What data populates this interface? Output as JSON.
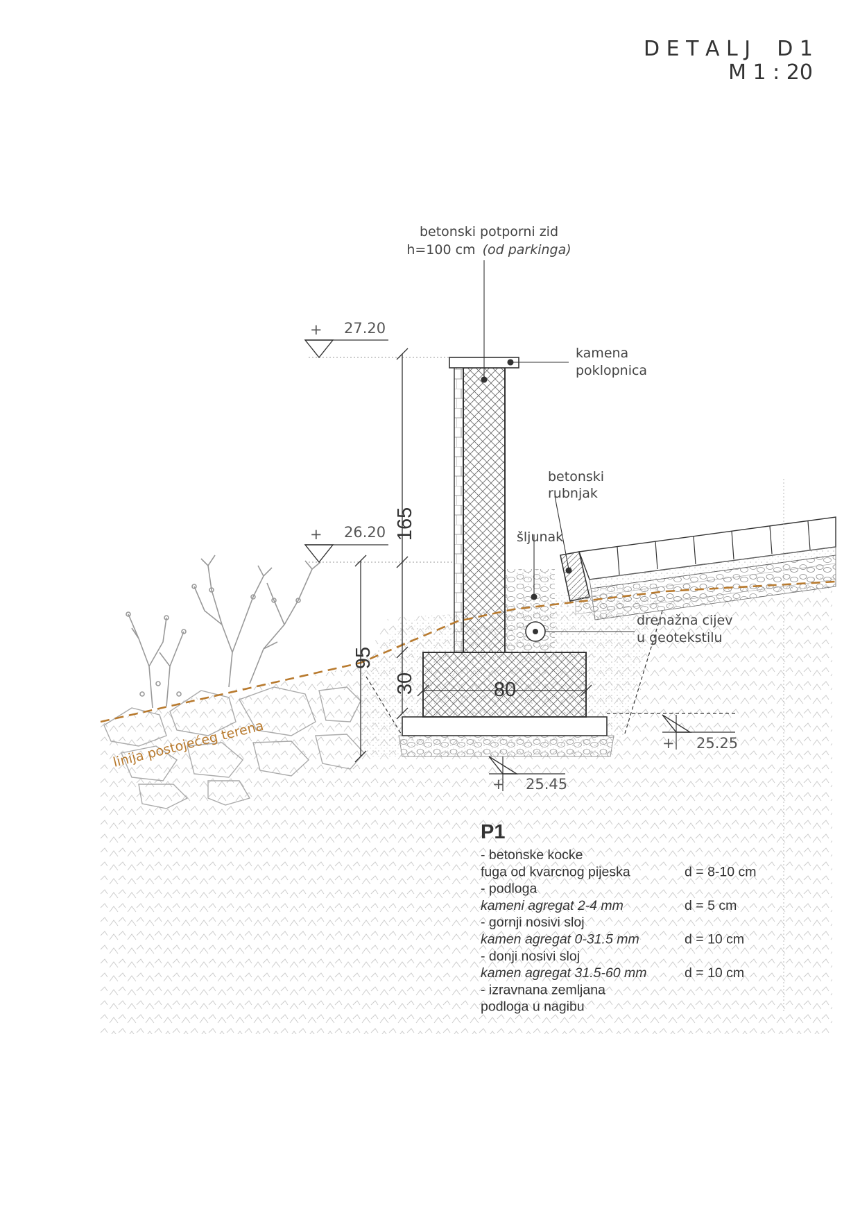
{
  "header": {
    "detail_title": "D E T A L J    D 1",
    "scale": "M 1 : 20"
  },
  "labels": {
    "wall_line1": "betonski potporni zid",
    "wall_line2": "h=100 cm",
    "wall_line2_italic": "(od parkinga)",
    "cap_line1": "kamena",
    "cap_line2": "poklopnica",
    "curb_line1": "betonski",
    "curb_line2": "rubnjak",
    "gravel": "šljunak",
    "drain_line1": "drenažna cijev",
    "drain_line2": "u geotekstilu",
    "terrain_line": "linija postojećeg terena"
  },
  "elevations": {
    "top": "27.20",
    "mid": "26.20",
    "right": "25.25",
    "bottom": "25.45",
    "plus": "+"
  },
  "dimensions": {
    "wall_height": "165",
    "terrain_height": "95",
    "footing_height": "30",
    "footing_width": "80"
  },
  "legend": {
    "title": "P1",
    "rows": [
      {
        "text": "- betonske kocke",
        "italic": false,
        "thickness": ""
      },
      {
        "text": "  fuga od kvarcnog pijeska",
        "italic": false,
        "thickness": "d = 8-10 cm"
      },
      {
        "text": "- podloga",
        "italic": false,
        "thickness": ""
      },
      {
        "text": "  kameni agregat 2-4 mm",
        "italic": true,
        "thickness": "d = 5 cm"
      },
      {
        "text": "- gornji nosivi sloj",
        "italic": false,
        "thickness": ""
      },
      {
        "text": "  kamen agregat 0-31.5 mm",
        "italic": true,
        "thickness": "d = 10 cm"
      },
      {
        "text": "- donji nosivi sloj",
        "italic": false,
        "thickness": ""
      },
      {
        "text": "  kamen agregat 31.5-60 mm",
        "italic": true,
        "thickness": "d = 10 cm"
      },
      {
        "text": "- izravnana zemljana",
        "italic": false,
        "thickness": ""
      },
      {
        "text": "  podloga u nagibu",
        "italic": false,
        "thickness": ""
      }
    ]
  },
  "colors": {
    "terrain_line": "#b87a2e",
    "line": "#333333",
    "hatch": "#cfcfcf"
  }
}
